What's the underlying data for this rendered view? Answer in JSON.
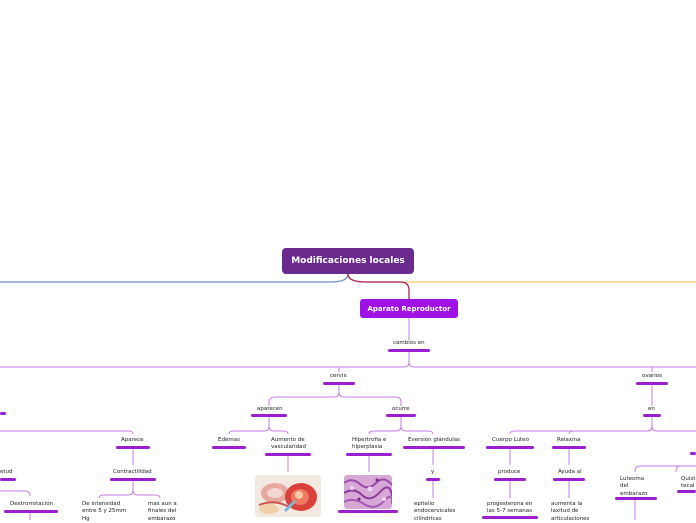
{
  "root": {
    "label": "Modificaciones locales"
  },
  "main": {
    "label": "Aparato Reproductor"
  },
  "nodes": {
    "cambios_en": "cambios en",
    "cervix": "cervix",
    "ovarios": "ovarios",
    "aparecen": "aparecen",
    "ocurre": "ocurre",
    "en": "en",
    "aparece": "Aparece",
    "edemas": "Edemas",
    "aumento_vascularidad": "Aumento de\nvascularidad",
    "hipertrofia": "Hipertrofia e\nhiperplasia",
    "eversion": "Eversión glándulas",
    "cuerpo_luteo": "Cuerpo Luteo",
    "relaxina": "Relaxina",
    "etud": "etud",
    "contractilidad": "Contractilidad",
    "y": "y",
    "produce": "produce",
    "ayuda_al": "Ayuda al",
    "luteoma": "Luteoma\ndel\nembarazo",
    "quist": "Quist\ntecal",
    "dextrorotacion": "Dextrorrotación",
    "de_intensidad": "De intensidad\nentre 5 y 25mm\nHg",
    "mas_aun": "mas aun a\nfinales del\nembarazo",
    "epitelio": "epitelio\nendocervicales\ncilíndricas",
    "progesterona": "progesterona en\nlas 5-7 semanas",
    "aumenta": "aumenta la\nlaxitud de\narticulaciones"
  },
  "images": {
    "uterus": "uterus-illustration",
    "histology": "histology-micrograph"
  },
  "colors": {
    "root_bg": "#6a2a8e",
    "main_bg": "#a011e6",
    "branch_line": "#c77ee8",
    "bar": "#9b1fd1",
    "blue_branch": "#6b8fd6",
    "orange_branch": "#f2c66d"
  }
}
